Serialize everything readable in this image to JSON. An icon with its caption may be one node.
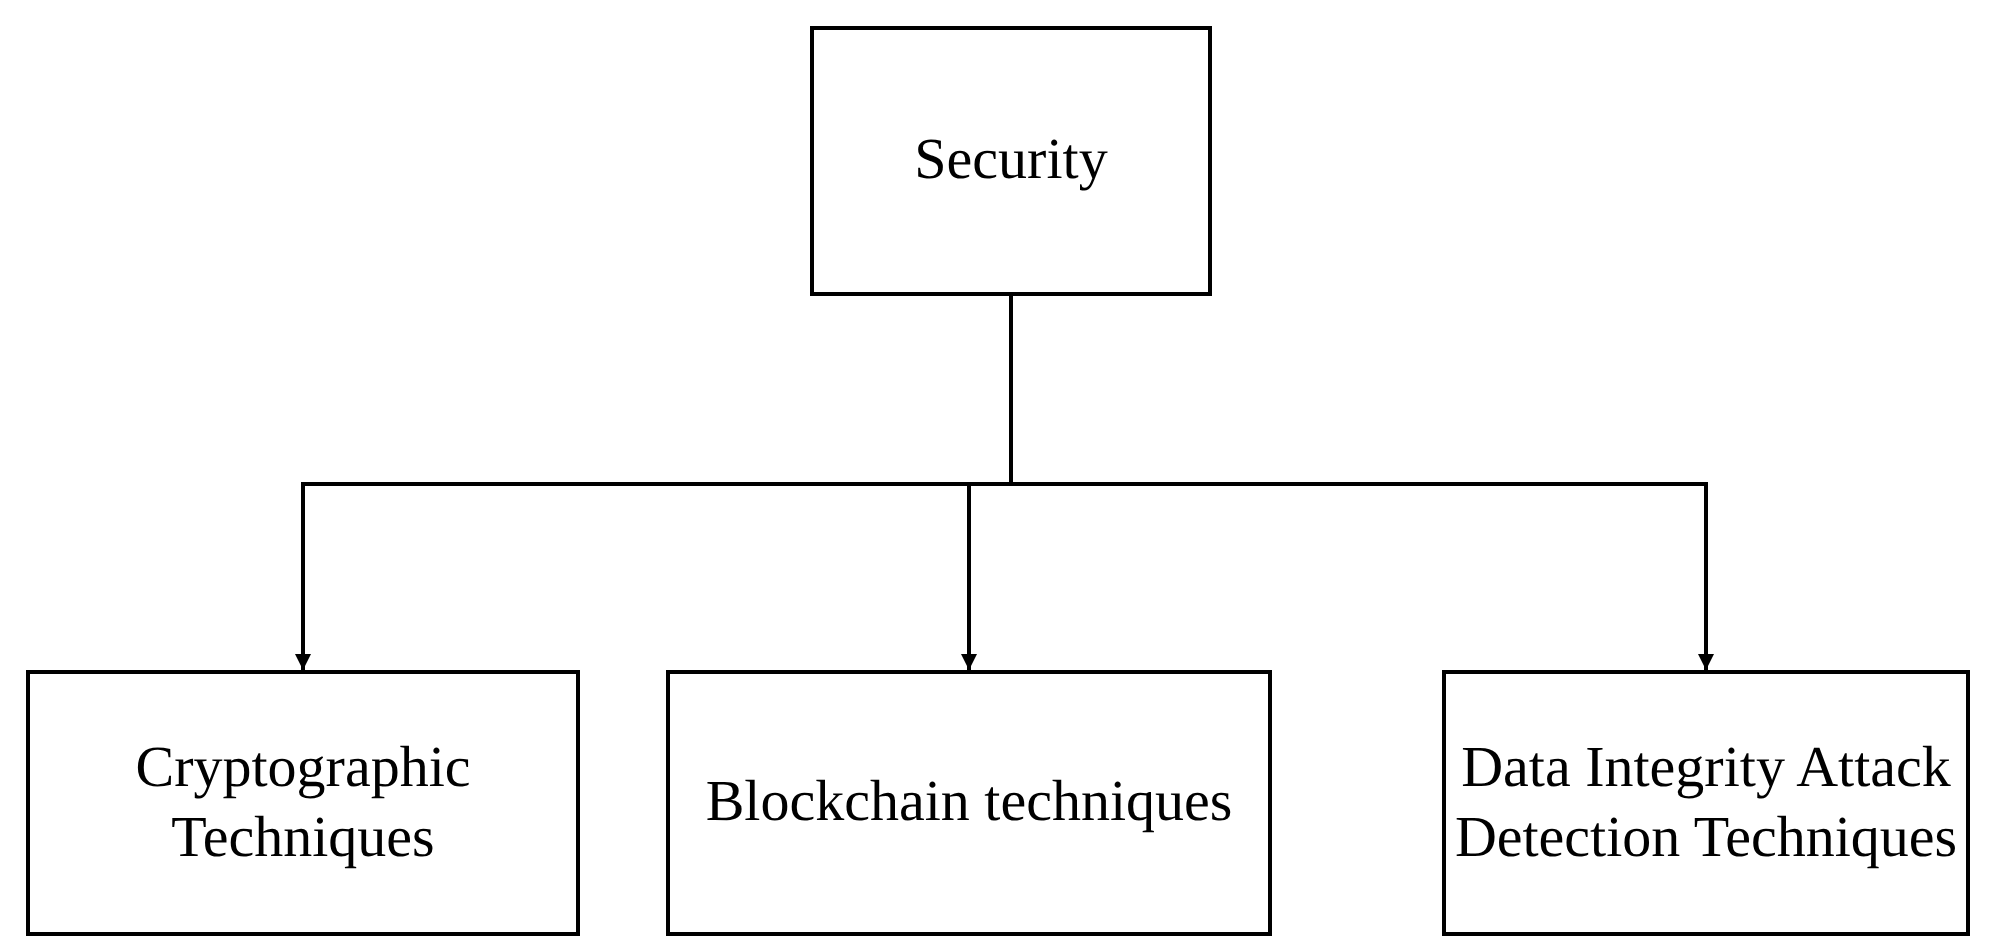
{
  "diagram": {
    "nodes": [
      {
        "text": [
          "Security"
        ]
      },
      {
        "text": [
          "Cryptographic Techniques"
        ]
      },
      {
        "text": [
          "Blockchain techniques"
        ]
      },
      {
        "text": [
          "Data Integrity Attack Detection Techniques"
        ]
      }
    ],
    "edges": [
      {
        "from": 0,
        "to": 1,
        "arrow": "to"
      },
      {
        "from": 0,
        "to": 2,
        "arrow": "to"
      },
      {
        "from": 0,
        "to": 3,
        "arrow": "to"
      }
    ]
  }
}
